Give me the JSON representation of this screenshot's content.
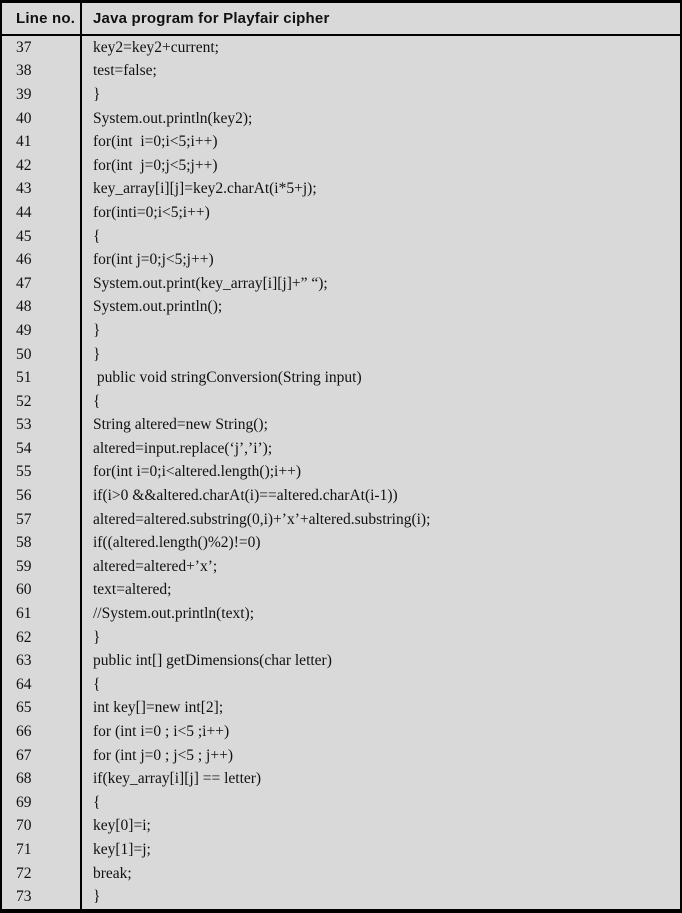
{
  "colors": {
    "background": "#d9d9d9",
    "border": "#000000",
    "text": "#111111"
  },
  "table": {
    "columns": [
      {
        "label": "Line no."
      },
      {
        "label": "Java program for Playfair cipher"
      }
    ],
    "rows": [
      {
        "no": "37",
        "code": "key2=key2+current;"
      },
      {
        "no": "38",
        "code": "test=false;"
      },
      {
        "no": "39",
        "code": "}"
      },
      {
        "no": "40",
        "code": "System.out.println(key2);"
      },
      {
        "no": "41",
        "code": "for(int  i=0;i<5;i++)"
      },
      {
        "no": "42",
        "code": "for(int  j=0;j<5;j++)"
      },
      {
        "no": "43",
        "code": "key_array[i][j]=key2.charAt(i*5+j);"
      },
      {
        "no": "44",
        "code": "for(inti=0;i<5;i++)"
      },
      {
        "no": "45",
        "code": "{"
      },
      {
        "no": "46",
        "code": "for(int j=0;j<5;j++)"
      },
      {
        "no": "47",
        "code": "System.out.print(key_array[i][j]+” “);"
      },
      {
        "no": "48",
        "code": "System.out.println();"
      },
      {
        "no": "49",
        "code": "}"
      },
      {
        "no": "50",
        "code": "}"
      },
      {
        "no": "51",
        "code": " public void stringConversion(String input)"
      },
      {
        "no": "52",
        "code": "{"
      },
      {
        "no": "53",
        "code": "String altered=new String();"
      },
      {
        "no": "54",
        "code": "altered=input.replace(‘j’,’i’);"
      },
      {
        "no": "55",
        "code": "for(int i=0;i<altered.length();i++)"
      },
      {
        "no": "56",
        "code": "if(i>0 &&altered.charAt(i)==altered.charAt(i-1))"
      },
      {
        "no": "57",
        "code": "altered=altered.substring(0,i)+’x’+altered.substring(i);"
      },
      {
        "no": "58",
        "code": "if((altered.length()%2)!=0)"
      },
      {
        "no": "59",
        "code": "altered=altered+’x’;"
      },
      {
        "no": "60",
        "code": "text=altered;"
      },
      {
        "no": "61",
        "code": "//System.out.println(text);"
      },
      {
        "no": "62",
        "code": "}"
      },
      {
        "no": "63",
        "code": "public int[] getDimensions(char letter)"
      },
      {
        "no": "64",
        "code": "{"
      },
      {
        "no": "65",
        "code": "int key[]=new int[2];"
      },
      {
        "no": "66",
        "code": "for (int i=0 ; i<5 ;i++)"
      },
      {
        "no": "67",
        "code": "for (int j=0 ; j<5 ; j++)"
      },
      {
        "no": "68",
        "code": "if(key_array[i][j] == letter)"
      },
      {
        "no": "69",
        "code": "{"
      },
      {
        "no": "70",
        "code": "key[0]=i;"
      },
      {
        "no": "71",
        "code": "key[1]=j;"
      },
      {
        "no": "72",
        "code": "break;"
      },
      {
        "no": "73",
        "code": "}"
      }
    ]
  }
}
